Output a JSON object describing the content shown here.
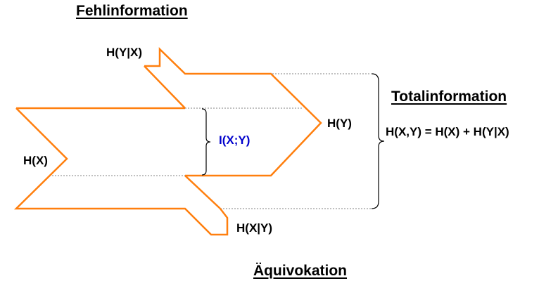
{
  "labels": {
    "fehlinformation": "Fehlinformation",
    "aequivokation": "Äquivokation",
    "totalinformation": "Totalinformation",
    "formula": "H(X,Y) = H(X) + H(Y|X)",
    "h_x": "H(X)",
    "h_y": "H(Y)",
    "h_y_given_x": "H(Y|X)",
    "h_x_given_y": "H(X|Y)",
    "mutual_information": "I(X;Y)"
  },
  "colors": {
    "arrow_stroke": "#ff7f0e",
    "mutual_information_text": "#0000cc",
    "guide_lines": "#808080",
    "brace": "#000000",
    "text": "#000000"
  }
}
